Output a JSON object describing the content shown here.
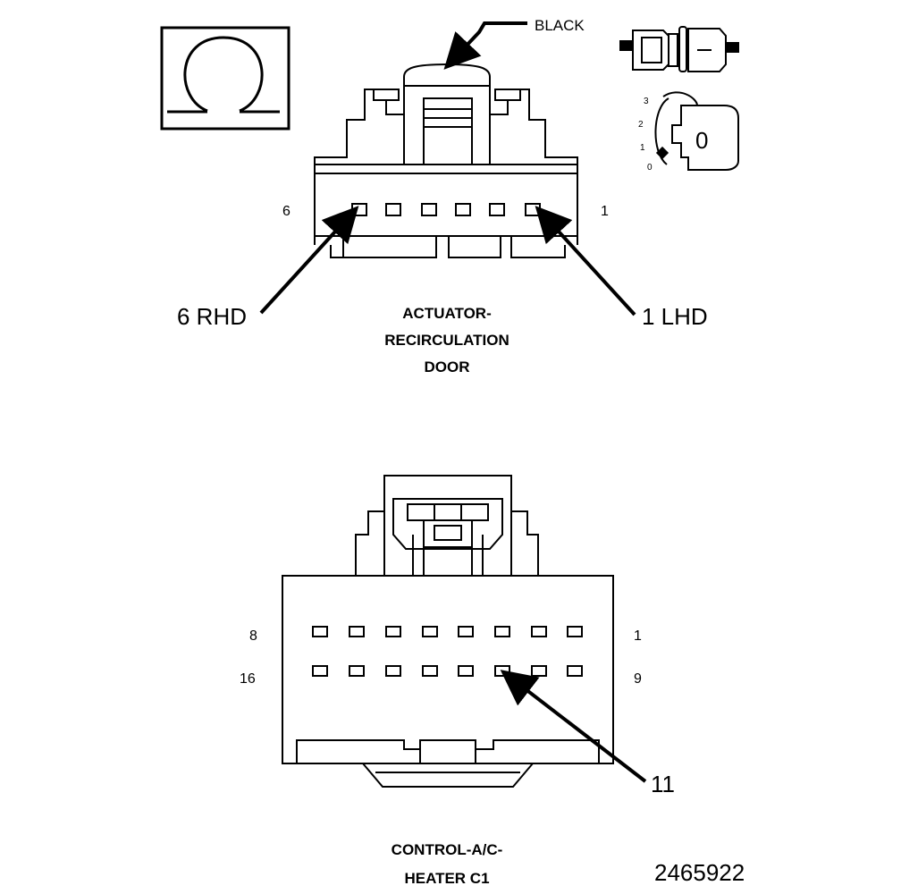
{
  "figure_number": "2465922",
  "connectors": [
    {
      "id": "actuator",
      "title_lines": [
        "ACTUATOR-",
        "RECIRCULATION",
        "DOOR"
      ],
      "color_label": "BLACK",
      "left_pin": "6",
      "right_pin": "1",
      "callouts": [
        "6 RHD",
        "1 LHD"
      ]
    },
    {
      "id": "control",
      "title_lines": [
        "CONTROL-A/C-",
        "HEATER C1"
      ],
      "row1_left": "8",
      "row1_right": "1",
      "row2_left": "16",
      "row2_right": "9",
      "callouts": [
        "11"
      ]
    }
  ],
  "icons": {
    "ohm": "ohm-symbol-icon",
    "connector": "connector-side-view-icon",
    "ignition": "ignition-key-icon"
  },
  "ignition_positions": [
    "3",
    "2",
    "1",
    "0"
  ],
  "ignition_key_label": "0"
}
